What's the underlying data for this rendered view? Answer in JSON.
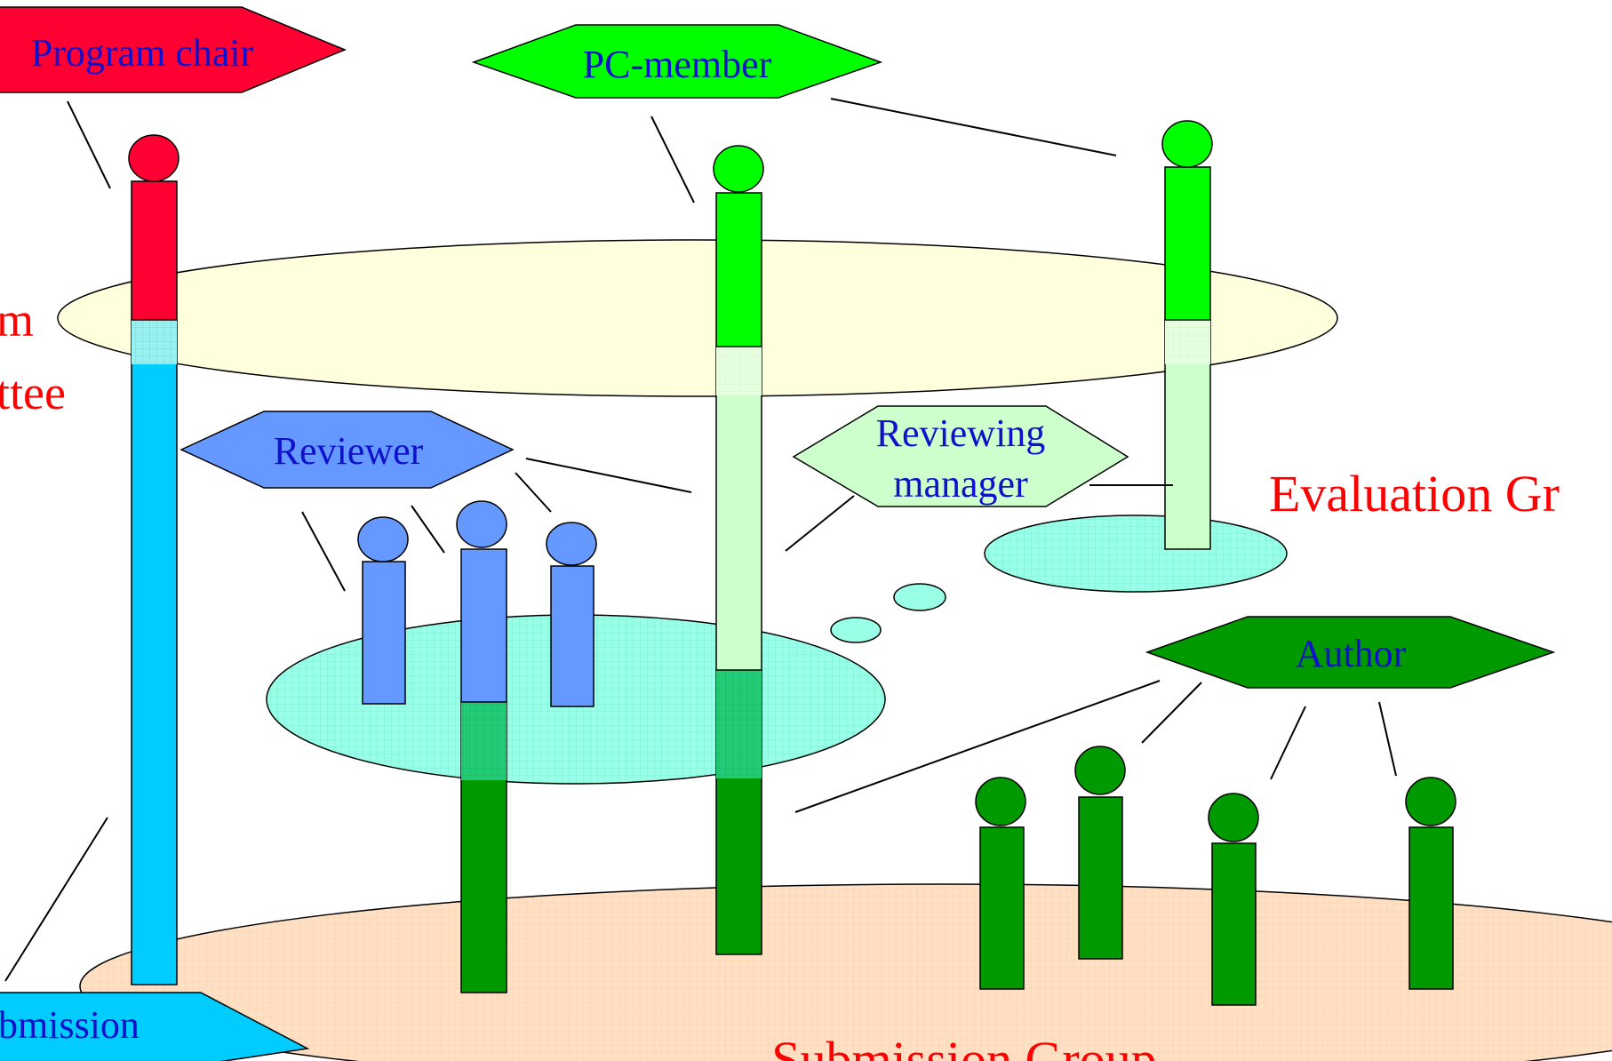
{
  "labels": {
    "program_chair": "Program chair",
    "pc_member": "PC-member",
    "reviewer": "Reviewer",
    "reviewing_manager_line1": "Reviewing",
    "reviewing_manager_line2": "manager",
    "author": "Author",
    "submission": "bmission",
    "program_committee_line1": "m",
    "program_committee_line2": "ttee",
    "evaluation_group": "Evaluation Gr",
    "submission_group": "Submission Group"
  },
  "colors": {
    "program_chair": "#ff0033",
    "pc_member": "#00ff00",
    "pc_member_faded": "#ccffcc",
    "reviewer": "#6699ff",
    "author": "#009900",
    "submission_role": "#00ccff",
    "committee_ellipse": "#ffffdd",
    "evaluation_ellipse": "#99ffe6",
    "submission_ellipse": "#ffe0c4",
    "group_label": "#ff0000",
    "role_label": "#1111cc"
  },
  "icons": {
    "program_chair_tag": "hexagon",
    "pc_member_tag": "hexagon",
    "reviewer_tag": "hexagon",
    "reviewing_manager_tag": "hexagon",
    "author_tag": "hexagon",
    "submission_tag": "hexagon",
    "thought_bubbles": "ellipse"
  }
}
